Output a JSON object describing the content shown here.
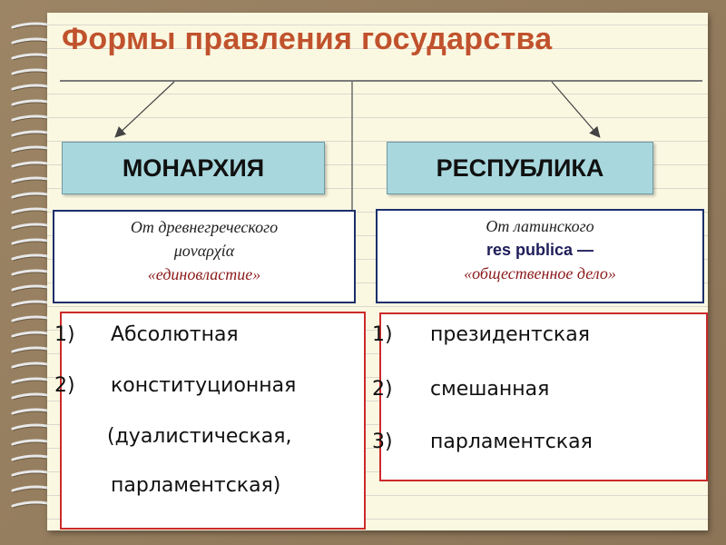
{
  "title": "Формы правления государства",
  "monarchy": {
    "term": "МОНАРХИЯ",
    "origin_line1": "От древнегреческого",
    "origin_word": "μοναρχία",
    "origin_meaning": "«единовластие»",
    "items": [
      {
        "num": "1)",
        "text": "Абсолютная"
      },
      {
        "num": "2)",
        "text": "конституционная"
      },
      {
        "num": "",
        "text": "(дуалистическая,"
      },
      {
        "num": "",
        "text": "парламентская)"
      }
    ]
  },
  "republic": {
    "term": "РЕСПУБЛИКА",
    "origin_line1": "От латинского",
    "origin_word": "res publica —",
    "origin_meaning": "«общественное дело»",
    "items": [
      {
        "num": "1)",
        "text": "президентская"
      },
      {
        "num": "2)",
        "text": "смешанная"
      },
      {
        "num": "3)",
        "text": "парламентская"
      }
    ]
  }
}
